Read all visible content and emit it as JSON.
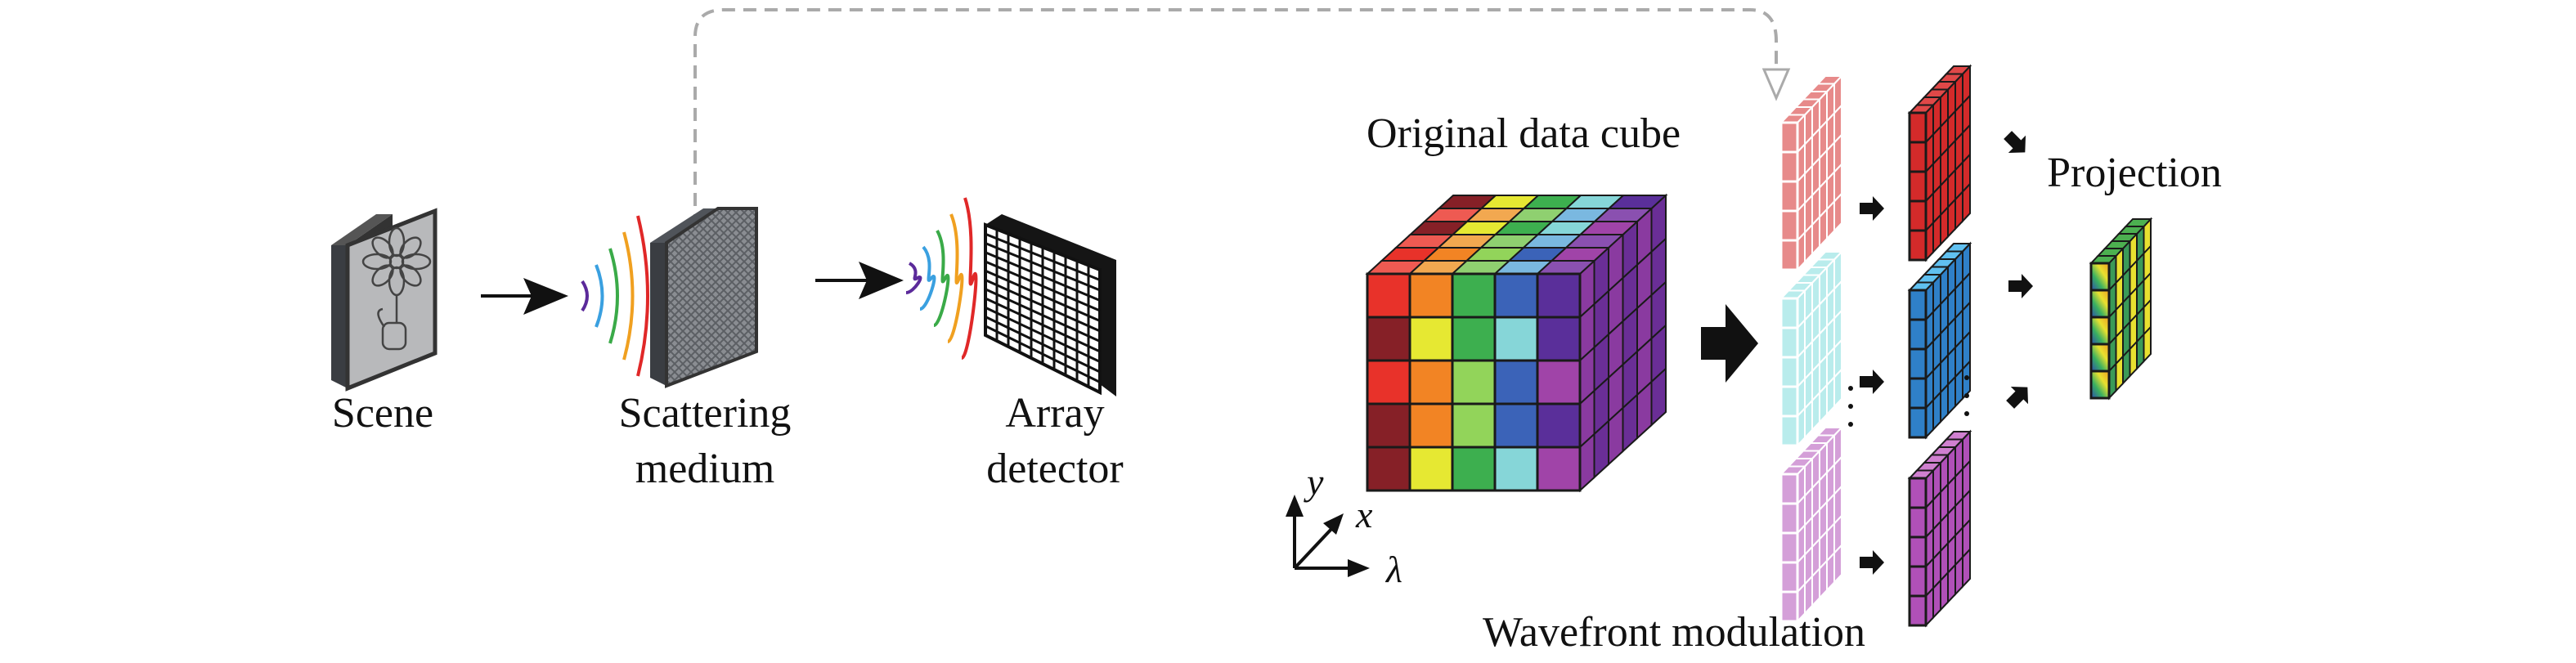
{
  "labels": {
    "scene": "Scene",
    "scattering_line1": "Scattering",
    "scattering_line2": "medium",
    "array_line1": "Array",
    "array_line2": "detector",
    "original_cube": "Original data cube",
    "projection": "Projection",
    "wavefront": "Wavefront modulation",
    "axis_y": "y",
    "axis_x": "x",
    "axis_lambda": "λ"
  },
  "colors": {
    "wave_colors": [
      "#5b2a9a",
      "#3aa0e0",
      "#3aaa48",
      "#f0a020",
      "#e02828"
    ],
    "cube_front_rows": [
      [
        "#e8322a",
        "#f28424",
        "#3daf4f",
        "#3b63b8",
        "#5a2f9a"
      ],
      [
        "#862027",
        "#e6e832",
        "#3daf4f",
        "#86d6d8",
        "#5a2f9a"
      ],
      [
        "#e8322a",
        "#f28424",
        "#92d45a",
        "#3b63b8",
        "#a044a8"
      ],
      [
        "#862027",
        "#f28424",
        "#92d45a",
        "#3b63b8",
        "#5a2f9a"
      ],
      [
        "#862027",
        "#e6e832",
        "#3daf4f",
        "#86d6d8",
        "#a044a8"
      ]
    ],
    "cube_top_columns": [
      "#ee5a52",
      "#f2a850",
      "#8fd070",
      "#7ab8e0",
      "#8a50b0"
    ],
    "cube_side": "#8a3aa0",
    "slice_red": "#d42a2a",
    "slice_cyan": "#80dcdc",
    "slice_blue": "#2f80c8",
    "slice_purple": "#b050b8",
    "projection_top": "#4cb050",
    "dashed": "#aaaaaa"
  }
}
